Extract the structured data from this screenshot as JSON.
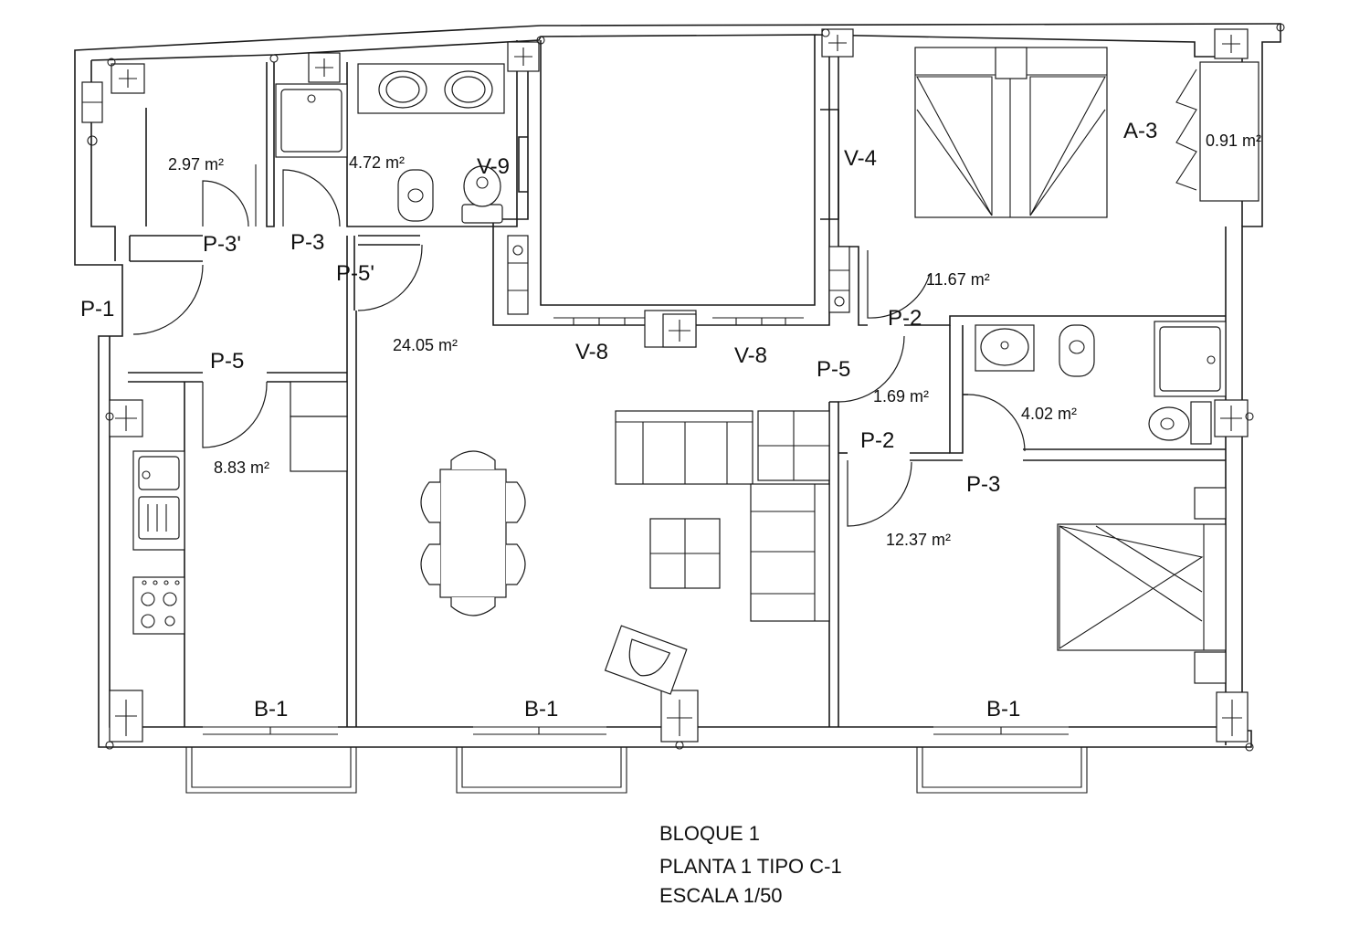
{
  "areas": {
    "a297": "2.97 m²",
    "a472": "4.72 m²",
    "a091": "0.91 m²",
    "a1167": "11.67 m²",
    "a2405": "24.05 m²",
    "a169": "1.69 m²",
    "a402": "4.02 m²",
    "a883": "8.83 m²",
    "a1237": "12.37 m²"
  },
  "labels": {
    "p3p": "P-3'",
    "p3a": "P-3",
    "p5p": "P-5'",
    "v9": "V-9",
    "v4": "V-4",
    "a3": "A-3",
    "p1": "P-1",
    "p5a": "P-5",
    "v8a": "V-8",
    "v8b": "V-8",
    "p2a": "P-2",
    "p5b": "P-5",
    "p2b": "P-2",
    "p3b": "P-3",
    "b1a": "B-1",
    "b1b": "B-1",
    "b1c": "B-1"
  },
  "info": {
    "line1": "BLOQUE 1",
    "line2": "PLANTA 1 TIPO C-1",
    "line3": "ESCALA 1/50"
  }
}
